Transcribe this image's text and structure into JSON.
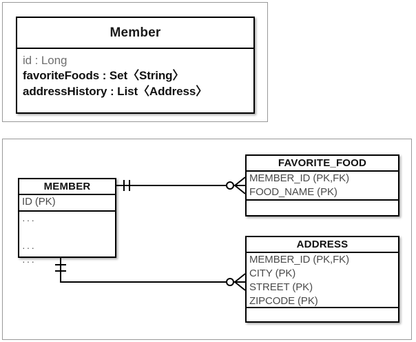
{
  "uml": {
    "panel_name": "uml-class-diagram",
    "class": {
      "name": "Member",
      "attributes": [
        {
          "text": "id : Long",
          "style": "muted"
        },
        {
          "text": "favoriteFoods : Set〈String〉",
          "style": "bold"
        },
        {
          "text": "addressHistory : List〈Address〉",
          "style": "bold"
        }
      ]
    }
  },
  "er": {
    "panel_name": "er-diagram",
    "tables": [
      {
        "name": "MEMBER",
        "key_fields": [
          "ID (PK)"
        ],
        "other_fields": [
          "···",
          "···",
          "···"
        ]
      },
      {
        "name": "FAVORITE_FOOD",
        "key_fields": [
          "MEMBER_ID (PK,FK)",
          "FOOD_NAME (PK)"
        ],
        "other_fields": []
      },
      {
        "name": "ADDRESS",
        "key_fields": [
          "MEMBER_ID (PK,FK)",
          "CITY (PK)",
          "STREET (PK)",
          "ZIPCODE (PK)"
        ],
        "other_fields": []
      }
    ],
    "relationships": [
      {
        "name": "member-to-favorite-food",
        "from": "MEMBER",
        "to": "FAVORITE_FOOD",
        "from_cardinality": "exactly-one",
        "to_cardinality": "zero-or-many"
      },
      {
        "name": "member-to-address",
        "from": "MEMBER",
        "to": "ADDRESS",
        "from_cardinality": "exactly-one",
        "to_cardinality": "zero-or-many"
      }
    ]
  },
  "colors": {
    "stroke": "#000000",
    "panel_border": "#999999",
    "field_text": "#4a4a4a",
    "muted_text": "#6f6f6f",
    "background": "#ffffff"
  }
}
